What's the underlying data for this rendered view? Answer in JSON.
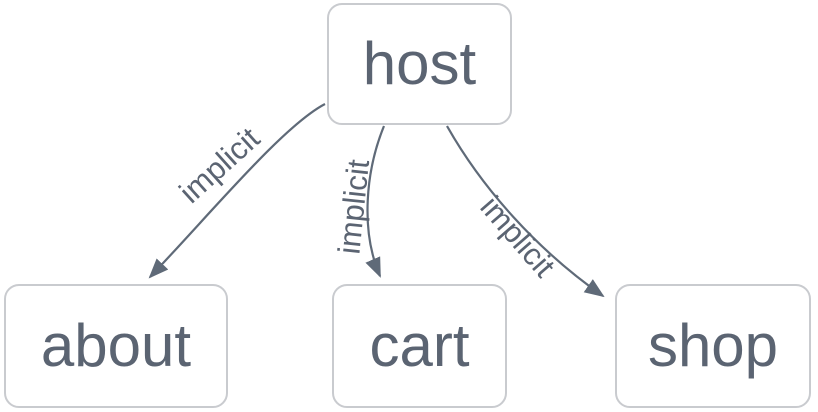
{
  "diagram": {
    "type": "flowchart",
    "direction": "top-down",
    "nodes": [
      {
        "id": "host",
        "label": "host"
      },
      {
        "id": "about",
        "label": "about"
      },
      {
        "id": "cart",
        "label": "cart"
      },
      {
        "id": "shop",
        "label": "shop"
      }
    ],
    "edges": [
      {
        "from": "host",
        "to": "about",
        "label": "implicit",
        "arrow": "filled-triangle"
      },
      {
        "from": "host",
        "to": "cart",
        "label": "implicit",
        "arrow": "filled-triangle"
      },
      {
        "from": "host",
        "to": "shop",
        "label": "implicit",
        "arrow": "filled-triangle"
      }
    ],
    "colors": {
      "background": "#ffffff",
      "node_fill": "#ffffff",
      "node_border": "#c9cbcf",
      "node_text": "#5b6472",
      "edge_stroke": "#5f6a78",
      "edge_label_text": "#5b6472"
    }
  }
}
